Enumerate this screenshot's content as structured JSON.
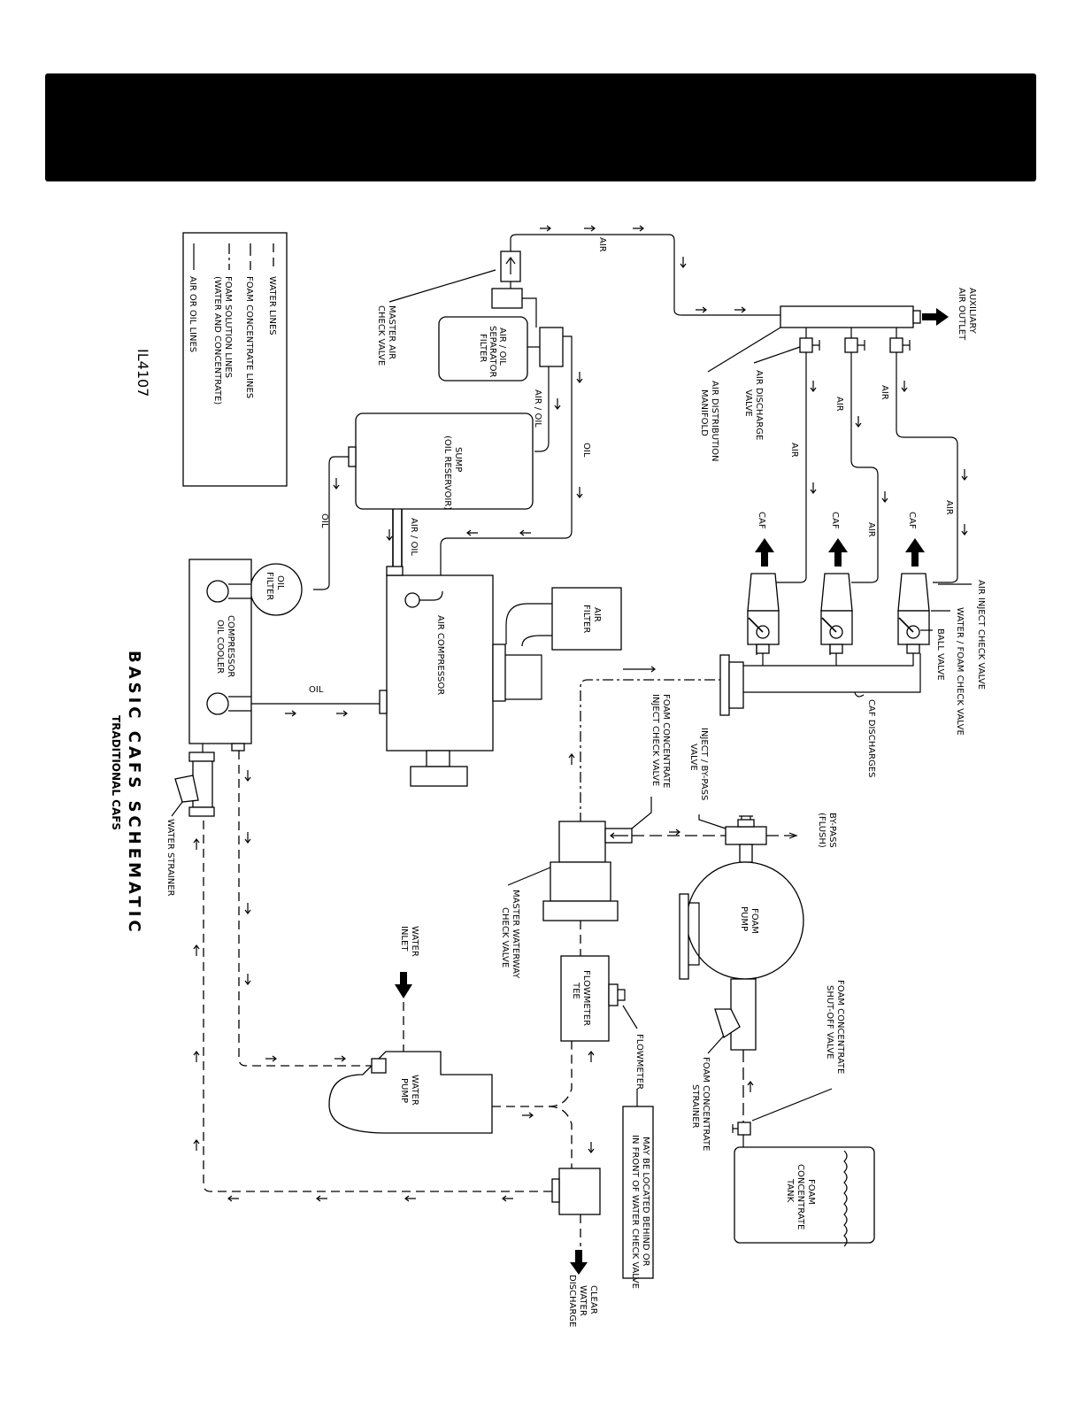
{
  "title": "BASIC CAFS SCHEMATIC",
  "subtitle": "TRADITIONAL CAFS",
  "drawing_ref": "IL4107",
  "legend": {
    "water": "WATER LINES",
    "foam_concentrate": "FOAM CONCENTRATE LINES",
    "foam_solution_1": "FOAM SOLUTION LINES",
    "foam_solution_2": "(WATER AND CONCENTRATE)",
    "air_oil": "AIR OR OIL LINES"
  },
  "labels": {
    "master_air_check_1": "MASTER AIR",
    "master_air_check_2": "CHECK VALVE",
    "air_oil_sep_1": "AIR / OIL",
    "air_oil_sep_2": "SEPARATOR",
    "air_oil_sep_3": "FILTER",
    "sump_1": "SUMP",
    "sump_2": "(OIL RESERVOIR)",
    "air_oil_a": "AIR / OIL",
    "air_oil_b": "AIR / OIL",
    "oil_a": "OIL",
    "oil_b": "OIL",
    "oil_c": "OIL",
    "oil_filter_1": "OIL",
    "oil_filter_2": "FILTER",
    "cooler_1": "COMPRESSOR",
    "cooler_2": "OIL COOLER",
    "air_compressor": "AIR COMPRESSOR",
    "air_filter_1": "AIR",
    "air_filter_2": "FILTER",
    "air_top": "AIR",
    "air_1": "AIR",
    "air_2": "AIR",
    "air_3": "AIR",
    "air_4": "AIR",
    "air_5": "AIR",
    "aux_air_1": "AUXILIARY",
    "aux_air_2": "AIR OUTLET",
    "air_dist_1": "AIR DISTRIBUTION",
    "air_dist_2": "MANIFOLD",
    "air_discharge_1": "AIR DISCHARGE",
    "air_discharge_2": "VALVE",
    "caf_1": "CAF",
    "caf_2": "CAF",
    "caf_3": "CAF",
    "air_inject_check": "AIR INJECT CHECK VALVE",
    "water_foam_check": "WATER / FOAM CHECK VALVE",
    "ball_valve": "BALL VALVE",
    "caf_discharges": "CAF DISCHARGES",
    "inject_bypass_1": "INJECT / BY-PASS",
    "inject_bypass_2": "VALVE",
    "foam_inject_1": "FOAM CONCENTRATE",
    "foam_inject_2": "INJECT CHECK VALVE",
    "bypass_1": "BY-PASS",
    "bypass_2": "(FLUSH)",
    "foam_pump_1": "FOAM",
    "foam_pump_2": "PUMP",
    "foam_shutoff_1": "FOAM CONCENTRATE",
    "foam_shutoff_2": "SHUT-OFF VALVE",
    "foam_strainer_1": "FOAM CONCENTRATE",
    "foam_strainer_2": "STRAINER",
    "foam_tank_1": "FOAM",
    "foam_tank_2": "CONCENTRATE",
    "foam_tank_3": "TANK",
    "master_waterway_1": "MASTER WATERWAY",
    "master_waterway_2": "CHECK VALVE",
    "flowmeter_tee_1": "FLOWMETER",
    "flowmeter_tee_2": "TEE",
    "flowmeter": "FLOWMETER",
    "note_1": "MAY BE LOCATED BEHIND OR",
    "note_2": "IN FRONT OF WATER CHECK VALVE",
    "water_inlet_1": "WATER",
    "water_inlet_2": "INLET",
    "water_pump_1": "WATER",
    "water_pump_2": "PUMP",
    "water_strainer": "WATER STRAINER",
    "clear_water_1": "CLEAR",
    "clear_water_2": "WATER",
    "clear_water_3": "DISCHARGE"
  }
}
